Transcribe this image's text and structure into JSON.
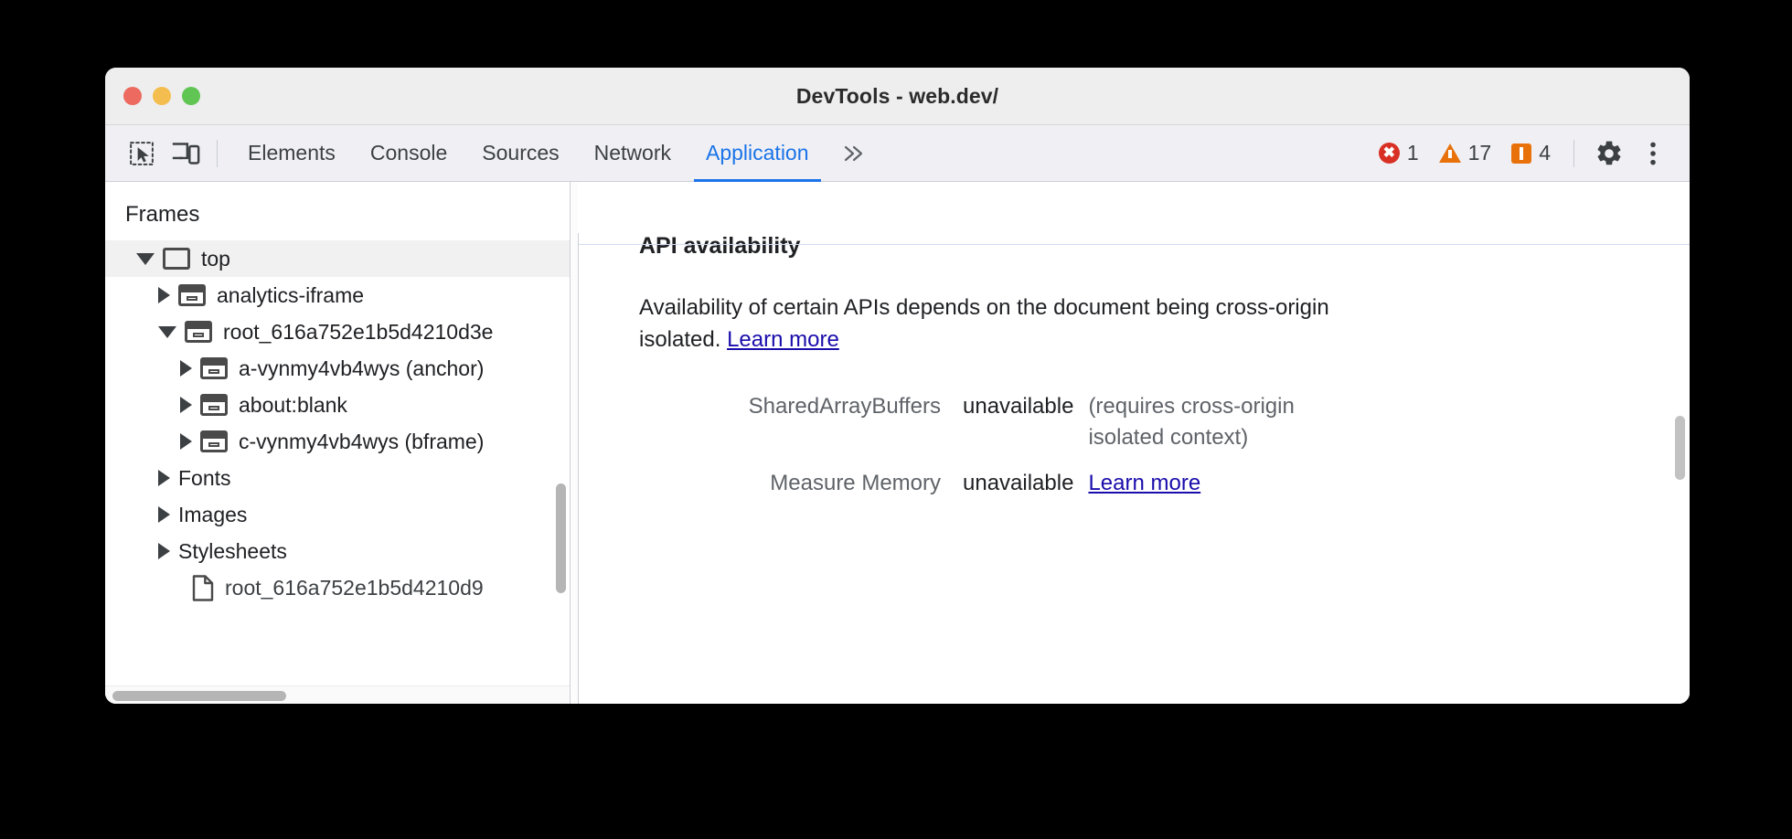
{
  "window": {
    "title": "DevTools - web.dev/",
    "traffic_lights": [
      "close-red",
      "minimize-yellow",
      "zoom-green"
    ]
  },
  "toolbar": {
    "inspect_icon": "inspect-element-icon",
    "device_icon": "device-toolbar-icon",
    "tabs": [
      {
        "label": "Elements",
        "active": false
      },
      {
        "label": "Console",
        "active": false
      },
      {
        "label": "Sources",
        "active": false
      },
      {
        "label": "Network",
        "active": false
      },
      {
        "label": "Application",
        "active": true
      }
    ],
    "more_tabs_label": "»",
    "counters": {
      "errors": "1",
      "warnings": "17",
      "issues": "4"
    },
    "settings_icon": "gear-icon",
    "more_icon": "kebab-menu-icon",
    "accent_color": "#1a73e8",
    "error_color": "#d93025",
    "warning_color": "#e8710a"
  },
  "sidebar": {
    "header": "Frames",
    "tree": [
      {
        "label": "top",
        "indent": 0,
        "twisty": "open",
        "icon": "frame-icon",
        "selected": true
      },
      {
        "label": "analytics-iframe",
        "indent": 1,
        "twisty": "closed",
        "icon": "subframe-icon",
        "selected": false
      },
      {
        "label": "root_616a752e1b5d4210d3e",
        "indent": 1,
        "twisty": "open",
        "icon": "subframe-icon",
        "selected": false
      },
      {
        "label": "a-vynmy4vb4wys (anchor)",
        "indent": 2,
        "twisty": "closed",
        "icon": "subframe-icon",
        "selected": false
      },
      {
        "label": "about:blank",
        "indent": 2,
        "twisty": "closed",
        "icon": "subframe-icon",
        "selected": false
      },
      {
        "label": "c-vynmy4vb4wys (bframe)",
        "indent": 2,
        "twisty": "closed",
        "icon": "subframe-icon",
        "selected": false
      },
      {
        "label": "Fonts",
        "indent": 1,
        "twisty": "closed",
        "icon": "none",
        "selected": false
      },
      {
        "label": "Images",
        "indent": 1,
        "twisty": "closed",
        "icon": "none",
        "selected": false
      },
      {
        "label": "Stylesheets",
        "indent": 1,
        "twisty": "closed",
        "icon": "none",
        "selected": false
      },
      {
        "label": "root_616a752e1b5d4210d9",
        "indent": 2,
        "twisty": "none",
        "icon": "document-icon",
        "selected": false
      }
    ]
  },
  "main": {
    "section_title": "API availability",
    "paragraph_part1": "Availability of certain APIs depends on the document being cross-origin isolated. ",
    "paragraph_link": "Learn more",
    "rows": [
      {
        "key": "SharedArrayBuffers",
        "value": "unavailable",
        "note": "(requires cross-origin isolated context)",
        "link": ""
      },
      {
        "key": "Measure Memory",
        "value": "unavailable",
        "note": "",
        "link": "Learn more"
      }
    ]
  }
}
